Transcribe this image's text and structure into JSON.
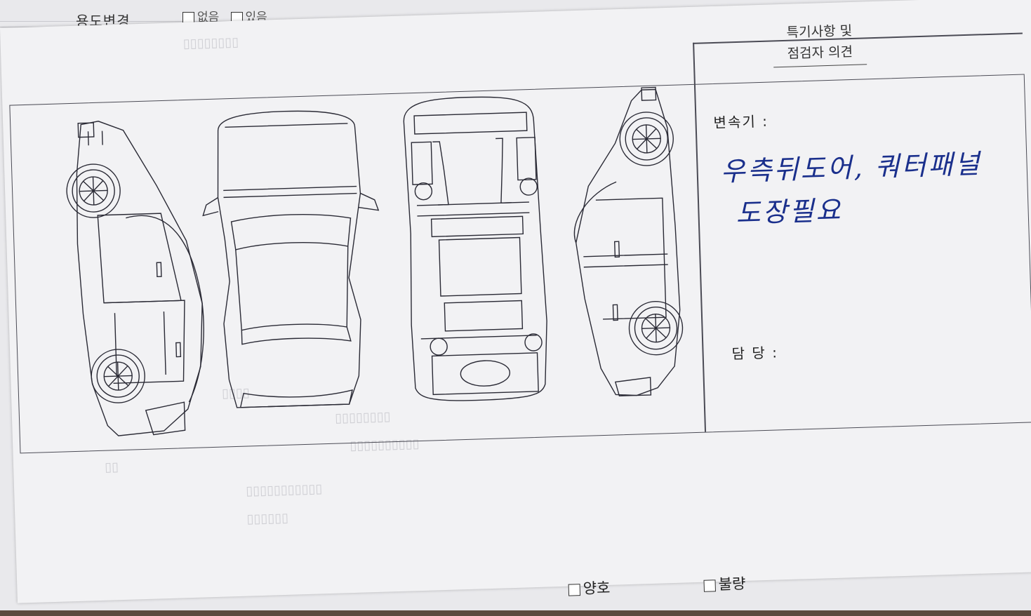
{
  "top_row": {
    "label": "용도변경",
    "options": [
      "없음",
      "있음"
    ]
  },
  "notes": {
    "title_line1": "특기사항 및",
    "title_line2": "점검자 의견",
    "transmission_label": "변속기 :",
    "handwritten_line1": "우측뒤도어, 쿼터패널",
    "handwritten_line2": "도장필요",
    "person_label": "담  당 :"
  },
  "bottom": {
    "option_good": "양호",
    "option_bad": "불량"
  },
  "diagram": {
    "views": [
      "left-side-view",
      "front-view",
      "top-view",
      "right-side-view"
    ]
  }
}
